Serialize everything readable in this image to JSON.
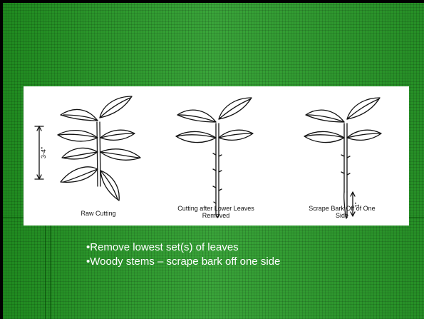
{
  "figure": {
    "measure_label": "3-4\"",
    "one_inch_label": "1\"",
    "captions": [
      "Raw Cutting",
      "Cutting after Lower Leaves Removed",
      "Scrape Bark Off of One Side"
    ]
  },
  "bullets": [
    "•Remove lowest set(s) of leaves",
    "•Woody stems – scrape bark off one side"
  ],
  "colors": {
    "background": "#2f9a2f",
    "text": "#ffffff",
    "panel": "#ffffff"
  }
}
